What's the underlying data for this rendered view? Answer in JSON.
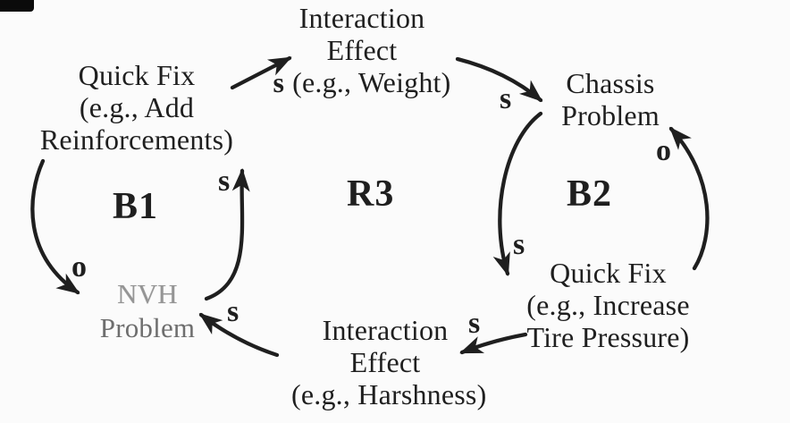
{
  "colors": {
    "background": "#fbfbfb",
    "ink": "#1f1f1f",
    "nvh-light": "#959595",
    "nvh-dark": "#6e6e6e"
  },
  "nodes": {
    "quick_fix_top": {
      "line1": "Quick Fix",
      "line2": "(e.g., Add",
      "line3": "Reinforcements)"
    },
    "interaction_effect_top": {
      "line1": "Interaction",
      "line2": "Effect",
      "line3": "(e.g., Weight)"
    },
    "chassis_problem": {
      "line1": "Chassis",
      "line2": "Problem"
    },
    "quick_fix_right": {
      "line1": "Quick Fix",
      "line2": "(e.g., Increase",
      "line3": "Tire Pressure)"
    },
    "interaction_effect_bottom": {
      "line1": "Interaction",
      "line2": "Effect",
      "line3": "(e.g., Harshness)"
    },
    "nvh_problem": {
      "line1": "NVH",
      "line2": "Problem"
    }
  },
  "loop_labels": {
    "b1": "B1",
    "r3": "R3",
    "b2": "B2"
  },
  "edge_labels": {
    "quickfix_top_to_interaction_s": "s",
    "interaction_top_to_chassis_s": "s",
    "chassis_to_quickfix_right_s": "s",
    "quickfix_right_to_chassis_o": "o",
    "quickfix_right_to_interaction_bottom_s": "s",
    "interaction_bottom_to_nvh_s": "s",
    "nvh_to_quickfix_top_s": "s",
    "quickfix_top_to_nvh_o": "o"
  }
}
